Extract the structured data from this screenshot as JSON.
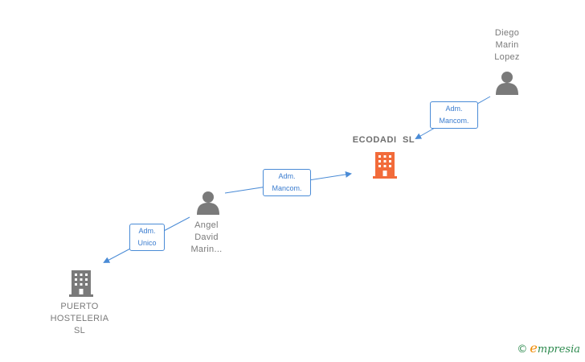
{
  "nodes": {
    "diego": {
      "label_lines": [
        "Diego",
        "Marin",
        "Lopez"
      ],
      "type": "person"
    },
    "ecodadi": {
      "label": "ECODADI  SL",
      "type": "company-main"
    },
    "angel": {
      "label_lines": [
        "Angel",
        "David",
        "Marin..."
      ],
      "type": "person"
    },
    "puerto": {
      "label_lines": [
        "PUERTO",
        "HOSTELERIA",
        "SL"
      ],
      "type": "company"
    }
  },
  "edges": {
    "diego_ecodadi": {
      "lines": [
        "Adm.",
        "Mancom."
      ]
    },
    "angel_ecodadi": {
      "lines": [
        "Adm.",
        "Mancom."
      ]
    },
    "angel_puerto": {
      "lines": [
        "Adm.",
        "Unico"
      ]
    }
  },
  "colors": {
    "edge": "#4a8bd6",
    "person_icon": "#7a7a7a",
    "company_icon": "#7a7a7a",
    "main_company_icon": "#f26b3a"
  },
  "icons": {
    "person": "person-icon",
    "company": "building-icon"
  },
  "brand": {
    "copyright": "©",
    "initial": "e",
    "rest": "mpresia"
  }
}
